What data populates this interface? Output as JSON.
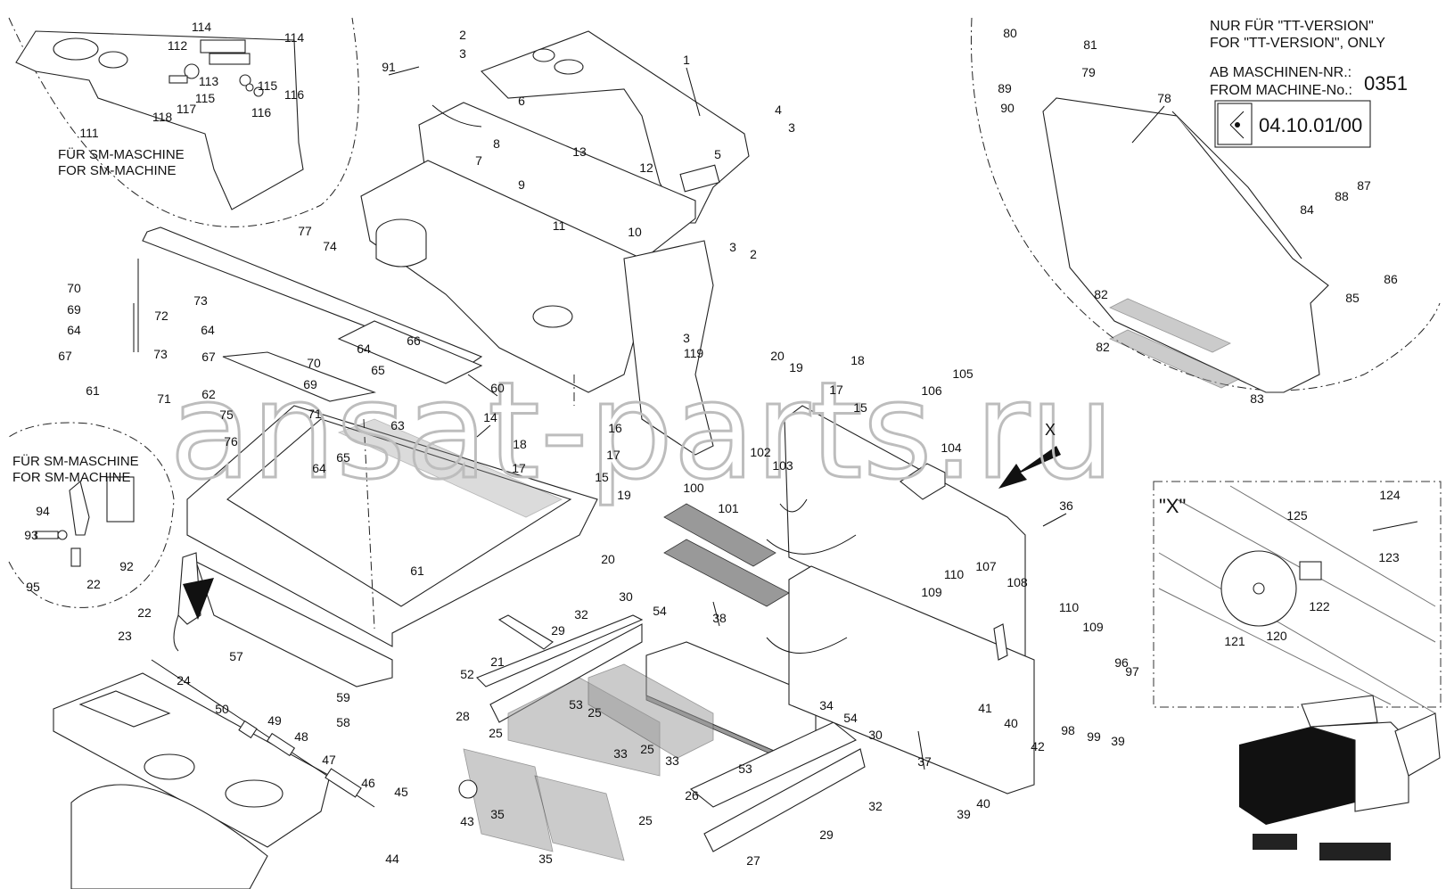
{
  "header": {
    "tt_line1": "NUR FÜR \"TT-VERSION\"",
    "tt_line2": "FOR \"TT-VERSION\", ONLY",
    "machine_line1": "AB MASCHINEN-NR.:",
    "machine_line2": "FROM MACHINE-No.:",
    "machine_no": "0351",
    "date_code": "04.10.01/00"
  },
  "notes": {
    "sm_top_line1": "FÜR SM-MASCHINE",
    "sm_top_line2": "FOR SM-MACHINE",
    "sm_left_line1": "FÜR SM-MASCHINE",
    "sm_left_line2": "FOR SM-MACHINE",
    "detail_x": "\"X\"",
    "arrow_x": "X"
  },
  "watermark": "ansat-parts.ru",
  "callouts": [
    {
      "id": "c1",
      "text": "1"
    },
    {
      "id": "c2a",
      "text": "2"
    },
    {
      "id": "c2b",
      "text": "2"
    },
    {
      "id": "c3a",
      "text": "3"
    },
    {
      "id": "c3b",
      "text": "3"
    },
    {
      "id": "c3c",
      "text": "3"
    },
    {
      "id": "c3d",
      "text": "3"
    },
    {
      "id": "c5",
      "text": "5"
    },
    {
      "id": "c6",
      "text": "6"
    },
    {
      "id": "c7",
      "text": "7"
    },
    {
      "id": "c8",
      "text": "8"
    },
    {
      "id": "c9",
      "text": "9"
    },
    {
      "id": "c10",
      "text": "10"
    },
    {
      "id": "c11",
      "text": "11"
    },
    {
      "id": "c12",
      "text": "12"
    },
    {
      "id": "c13",
      "text": "13"
    },
    {
      "id": "c4",
      "text": "4"
    },
    {
      "id": "c14",
      "text": "14"
    },
    {
      "id": "c15a",
      "text": "15"
    },
    {
      "id": "c15b",
      "text": "15"
    },
    {
      "id": "c16",
      "text": "16"
    },
    {
      "id": "c17a",
      "text": "17"
    },
    {
      "id": "c17b",
      "text": "17"
    },
    {
      "id": "c17c",
      "text": "17"
    },
    {
      "id": "c18a",
      "text": "18"
    },
    {
      "id": "c18b",
      "text": "18"
    },
    {
      "id": "c19a",
      "text": "19"
    },
    {
      "id": "c19b",
      "text": "19"
    },
    {
      "id": "c20a",
      "text": "20"
    },
    {
      "id": "c20b",
      "text": "20"
    },
    {
      "id": "c21",
      "text": "21"
    },
    {
      "id": "c22a",
      "text": "22"
    },
    {
      "id": "c22b",
      "text": "22"
    },
    {
      "id": "c23",
      "text": "23"
    },
    {
      "id": "c24",
      "text": "24"
    },
    {
      "id": "c25a",
      "text": "25"
    },
    {
      "id": "c25b",
      "text": "25"
    },
    {
      "id": "c25c",
      "text": "25"
    },
    {
      "id": "c25d",
      "text": "25"
    },
    {
      "id": "c26",
      "text": "26"
    },
    {
      "id": "c27",
      "text": "27"
    },
    {
      "id": "c28",
      "text": "28"
    },
    {
      "id": "c29a",
      "text": "29"
    },
    {
      "id": "c29b",
      "text": "29"
    },
    {
      "id": "c30a",
      "text": "30"
    },
    {
      "id": "c30b",
      "text": "30"
    },
    {
      "id": "c32a",
      "text": "32"
    },
    {
      "id": "c32b",
      "text": "32"
    },
    {
      "id": "c33a",
      "text": "33"
    },
    {
      "id": "c33b",
      "text": "33"
    },
    {
      "id": "c34",
      "text": "34"
    },
    {
      "id": "c35a",
      "text": "35"
    },
    {
      "id": "c35b",
      "text": "35"
    },
    {
      "id": "c36",
      "text": "36"
    },
    {
      "id": "c37",
      "text": "37"
    },
    {
      "id": "c38",
      "text": "38"
    },
    {
      "id": "c39a",
      "text": "39"
    },
    {
      "id": "c39b",
      "text": "39"
    },
    {
      "id": "c40a",
      "text": "40"
    },
    {
      "id": "c40b",
      "text": "40"
    },
    {
      "id": "c41",
      "text": "41"
    },
    {
      "id": "c42",
      "text": "42"
    },
    {
      "id": "c43",
      "text": "43"
    },
    {
      "id": "c44",
      "text": "44"
    },
    {
      "id": "c45",
      "text": "45"
    },
    {
      "id": "c46",
      "text": "46"
    },
    {
      "id": "c47",
      "text": "47"
    },
    {
      "id": "c48",
      "text": "48"
    },
    {
      "id": "c49",
      "text": "49"
    },
    {
      "id": "c50",
      "text": "50"
    },
    {
      "id": "c52",
      "text": "52"
    },
    {
      "id": "c53a",
      "text": "53"
    },
    {
      "id": "c53b",
      "text": "53"
    },
    {
      "id": "c54a",
      "text": "54"
    },
    {
      "id": "c54b",
      "text": "54"
    },
    {
      "id": "c57",
      "text": "57"
    },
    {
      "id": "c58",
      "text": "58"
    },
    {
      "id": "c59",
      "text": "59"
    },
    {
      "id": "c60",
      "text": "60"
    },
    {
      "id": "c61a",
      "text": "61"
    },
    {
      "id": "c61b",
      "text": "61"
    },
    {
      "id": "c62",
      "text": "62"
    },
    {
      "id": "c63",
      "text": "63"
    },
    {
      "id": "c64a",
      "text": "64"
    },
    {
      "id": "c64b",
      "text": "64"
    },
    {
      "id": "c64c",
      "text": "64"
    },
    {
      "id": "c64d",
      "text": "64"
    },
    {
      "id": "c65a",
      "text": "65"
    },
    {
      "id": "c65b",
      "text": "65"
    },
    {
      "id": "c66",
      "text": "66"
    },
    {
      "id": "c67a",
      "text": "67"
    },
    {
      "id": "c67b",
      "text": "67"
    },
    {
      "id": "c69a",
      "text": "69"
    },
    {
      "id": "c69b",
      "text": "69"
    },
    {
      "id": "c70a",
      "text": "70"
    },
    {
      "id": "c70b",
      "text": "70"
    },
    {
      "id": "c71a",
      "text": "71"
    },
    {
      "id": "c71b",
      "text": "71"
    },
    {
      "id": "c72",
      "text": "72"
    },
    {
      "id": "c73a",
      "text": "73"
    },
    {
      "id": "c73b",
      "text": "73"
    },
    {
      "id": "c74",
      "text": "74"
    },
    {
      "id": "c75",
      "text": "75"
    },
    {
      "id": "c76",
      "text": "76"
    },
    {
      "id": "c77",
      "text": "77"
    },
    {
      "id": "c78",
      "text": "78"
    },
    {
      "id": "c79",
      "text": "79"
    },
    {
      "id": "c80",
      "text": "80"
    },
    {
      "id": "c81",
      "text": "81"
    },
    {
      "id": "c82a",
      "text": "82"
    },
    {
      "id": "c82b",
      "text": "82"
    },
    {
      "id": "c83",
      "text": "83"
    },
    {
      "id": "c84",
      "text": "84"
    },
    {
      "id": "c85",
      "text": "85"
    },
    {
      "id": "c86",
      "text": "86"
    },
    {
      "id": "c87",
      "text": "87"
    },
    {
      "id": "c88",
      "text": "88"
    },
    {
      "id": "c89",
      "text": "89"
    },
    {
      "id": "c90",
      "text": "90"
    },
    {
      "id": "c91",
      "text": "91"
    },
    {
      "id": "c92",
      "text": "92"
    },
    {
      "id": "c93",
      "text": "93"
    },
    {
      "id": "c94",
      "text": "94"
    },
    {
      "id": "c95",
      "text": "95"
    },
    {
      "id": "c96",
      "text": "96"
    },
    {
      "id": "c97",
      "text": "97"
    },
    {
      "id": "c98",
      "text": "98"
    },
    {
      "id": "c99",
      "text": "99"
    },
    {
      "id": "c100",
      "text": "100"
    },
    {
      "id": "c101",
      "text": "101"
    },
    {
      "id": "c102",
      "text": "102"
    },
    {
      "id": "c103",
      "text": "103"
    },
    {
      "id": "c104",
      "text": "104"
    },
    {
      "id": "c105",
      "text": "105"
    },
    {
      "id": "c106",
      "text": "106"
    },
    {
      "id": "c107",
      "text": "107"
    },
    {
      "id": "c108",
      "text": "108"
    },
    {
      "id": "c109a",
      "text": "109"
    },
    {
      "id": "c109b",
      "text": "109"
    },
    {
      "id": "c110a",
      "text": "110"
    },
    {
      "id": "c110b",
      "text": "110"
    },
    {
      "id": "c111",
      "text": "111"
    },
    {
      "id": "c112",
      "text": "112"
    },
    {
      "id": "c113",
      "text": "113"
    },
    {
      "id": "c114a",
      "text": "114"
    },
    {
      "id": "c114b",
      "text": "114"
    },
    {
      "id": "c115a",
      "text": "115"
    },
    {
      "id": "c115b",
      "text": "115"
    },
    {
      "id": "c116a",
      "text": "116"
    },
    {
      "id": "c116b",
      "text": "116"
    },
    {
      "id": "c117",
      "text": "117"
    },
    {
      "id": "c118",
      "text": "118"
    },
    {
      "id": "c119",
      "text": "119"
    },
    {
      "id": "c120",
      "text": "120"
    },
    {
      "id": "c121",
      "text": "121"
    },
    {
      "id": "c122",
      "text": "122"
    },
    {
      "id": "c123",
      "text": "123"
    },
    {
      "id": "c124",
      "text": "124"
    },
    {
      "id": "c125",
      "text": "125"
    }
  ]
}
